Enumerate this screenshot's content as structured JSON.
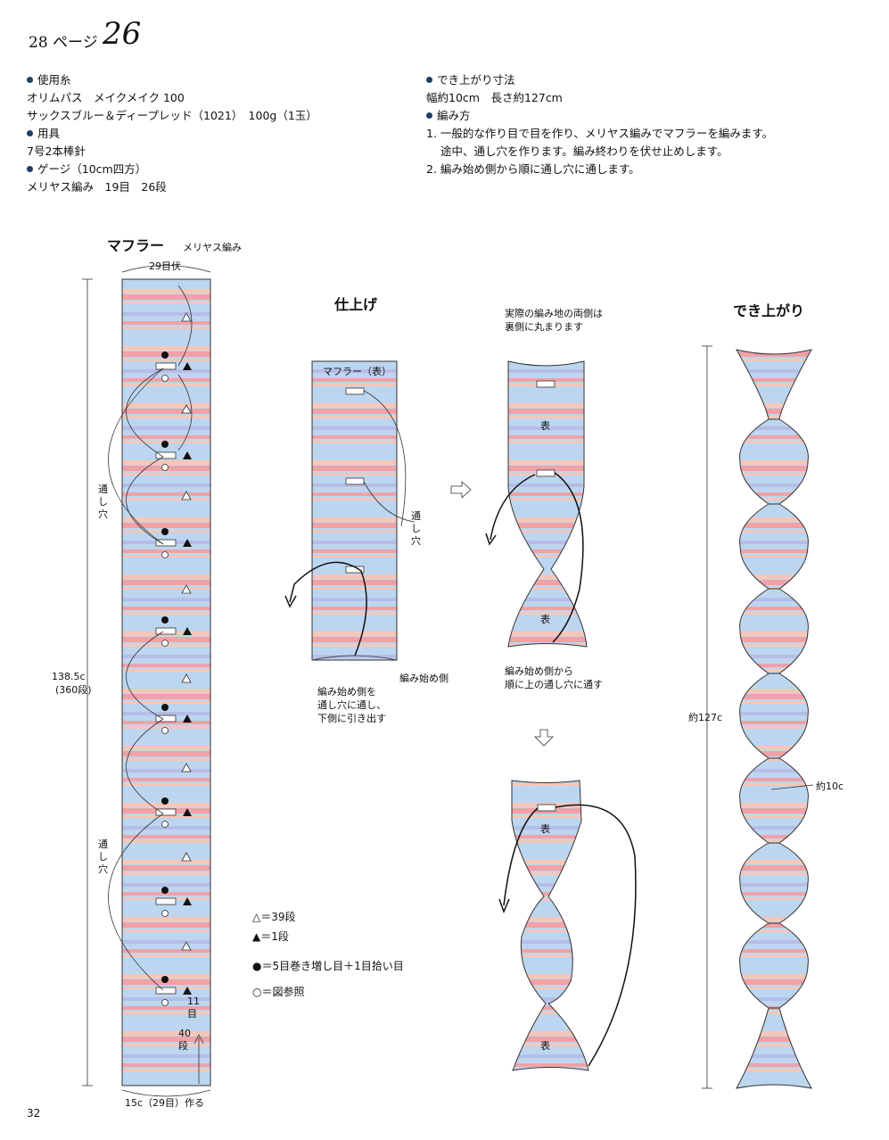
{
  "header": {
    "page_ref": "28 ページ",
    "pattern_number": "26"
  },
  "materials": {
    "yarn_heading": "使用糸",
    "yarn_line1": "オリムパス　メイクメイク 100",
    "yarn_line2": "サックスブルー＆ディープレッド（1021）　100g（1玉）",
    "tools_heading": "用具",
    "tools_line": "7号2本棒針",
    "gauge_heading": "ゲージ（10cm四方）",
    "gauge_line": "メリヤス編み　19目　26段"
  },
  "finish": {
    "size_heading": "でき上がり寸法",
    "size_line": "幅約10cm　長さ約127cm",
    "method_heading": "編み方",
    "step1a": "1. 一般的な作り目で目を作り、メリヤス編みでマフラーを編みます。",
    "step1b": "途中、通し穴を作ります。編み終わりを伏せ止めします。",
    "step2": "2. 編み始め側から順に通し穴に通します。"
  },
  "diagram_muffler": {
    "title": "マフラー",
    "subtitle": "メリヤス編み",
    "top_label": "29目伏",
    "length_cm": "138.5c",
    "length_rows": "(360段)",
    "bottom_label": "15c（29目）作る",
    "hole_label": [
      "通",
      "し",
      "穴"
    ],
    "stitch_count": [
      "11",
      "目"
    ],
    "row_count": [
      "40",
      "段"
    ]
  },
  "legend": {
    "open_triangle": "△＝39段",
    "filled_triangle": "▲＝1段",
    "filled_circle": "●＝5目巻き増し目＋1目拾い目",
    "open_circle": "○＝図参照"
  },
  "diagram_finishing": {
    "title": "仕上げ",
    "panel_label": "マフラー（表）",
    "hole_label": [
      "通",
      "し",
      "穴"
    ],
    "start_side": "編み始め側",
    "instruction": [
      "編み始め側を",
      "通し穴に通し、",
      "下側に引き出す"
    ],
    "note": [
      "実際の編み地の両側は",
      "裏側に丸まります"
    ],
    "face_label": "表",
    "step_note": [
      "編み始め側から",
      "順に上の通し穴に通す"
    ]
  },
  "diagram_done": {
    "title": "でき上がり",
    "length": "約127c",
    "width": "約10c"
  },
  "colors": {
    "base_blue": "#bcd6f0",
    "stripe_pink": "#f2a1a6",
    "stripe_peach": "#f6c7b9",
    "stripe_lavender": "#b6b3e2",
    "bullet": "#1f3f66"
  },
  "footer": {
    "page_number": "32"
  }
}
